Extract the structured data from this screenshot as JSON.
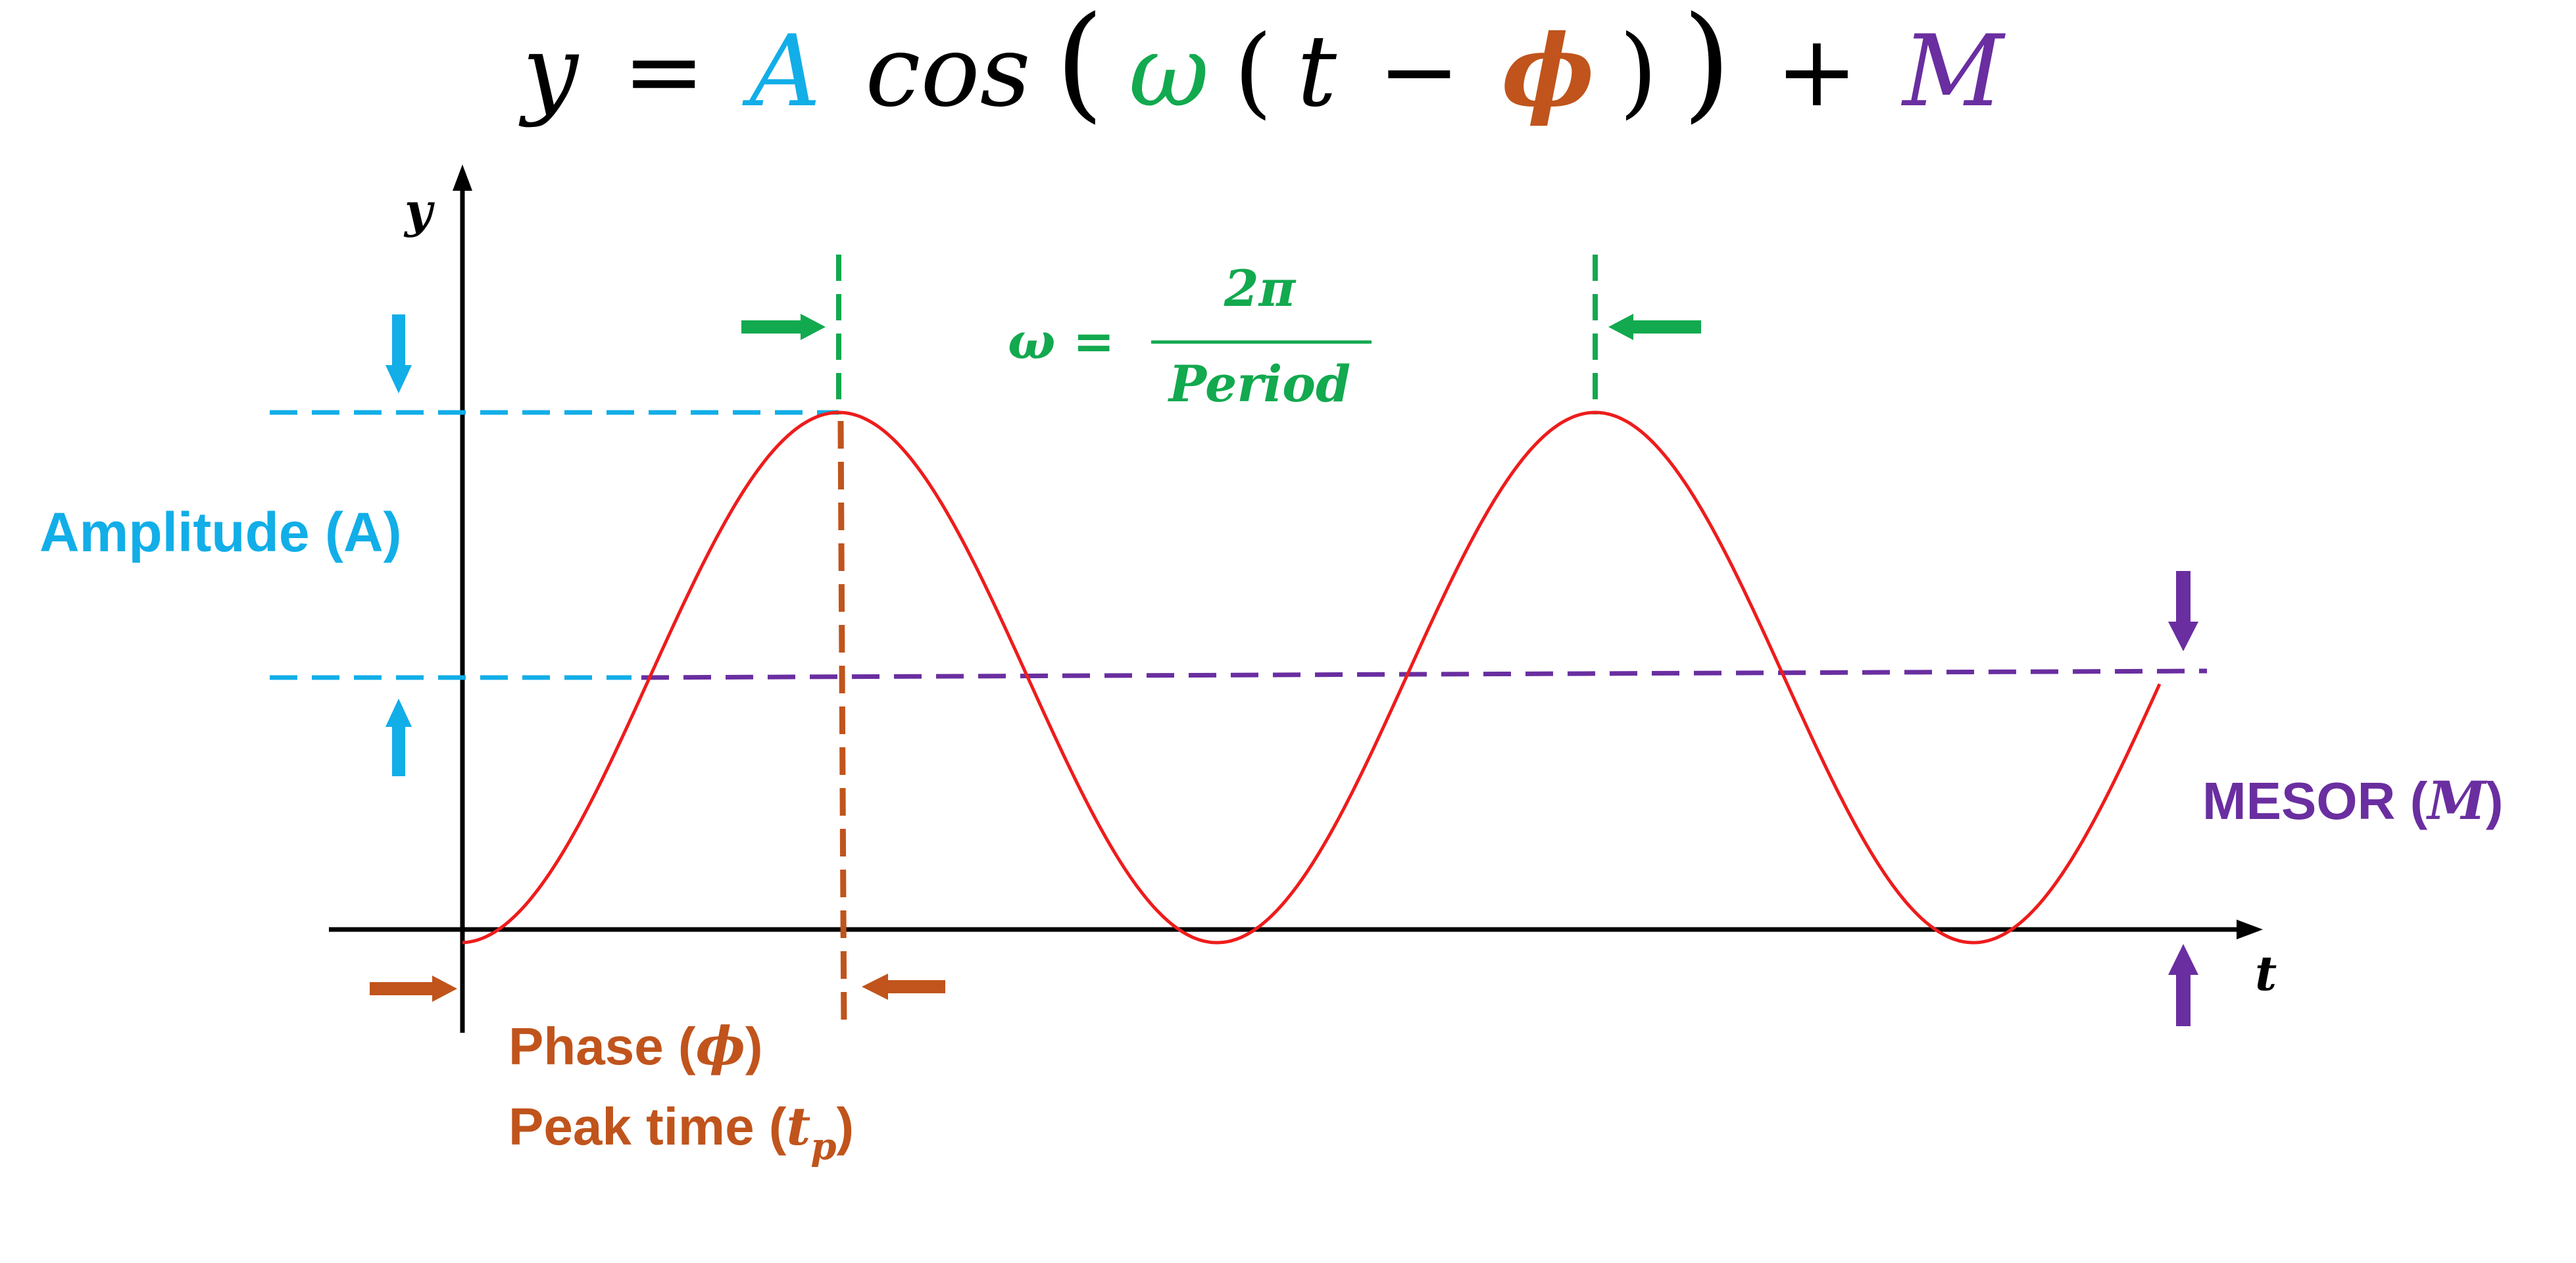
{
  "colors": {
    "amplitude": "#12aee8",
    "frequency": "#12a94f",
    "phase": "#c0541c",
    "mesor": "#6a2ea0",
    "curve": "#ee1c1c",
    "axis": "#000000",
    "equation": "#000000"
  },
  "equation": {
    "y": "y",
    "equals": "=",
    "amplitude": "A",
    "cos": "cos",
    "open_paren": "(",
    "omega": "ω",
    "inner_open": "(",
    "t": "t",
    "minus": "−",
    "phi": "ϕ",
    "inner_close": ")",
    "close_paren": ")",
    "plus": "+",
    "mesor": "M"
  },
  "axes": {
    "y_label": "y",
    "x_label": "t"
  },
  "frequency_formula": {
    "lhs": "ω =",
    "numerator": "2π",
    "denominator": "Period"
  },
  "labels": {
    "amplitude": "Amplitude (A)",
    "phase_prefix": "Phase (",
    "phase_symbol": "ϕ",
    "phase_suffix": ")",
    "peak_prefix": "Peak time (",
    "peak_symbol": "t",
    "peak_subscript": "p",
    "peak_suffix": ")",
    "mesor_prefix": "MESOR (",
    "mesor_symbol": "M",
    "mesor_suffix": ")"
  },
  "icons": {
    "amplitude_top": "arrow-down-icon",
    "amplitude_bottom": "arrow-up-icon",
    "period_left": "arrow-right-icon",
    "period_right": "arrow-left-icon",
    "phase_left": "arrow-right-icon",
    "phase_right": "arrow-left-icon",
    "mesor_top": "arrow-down-icon",
    "mesor_bottom": "arrow-up-icon"
  }
}
